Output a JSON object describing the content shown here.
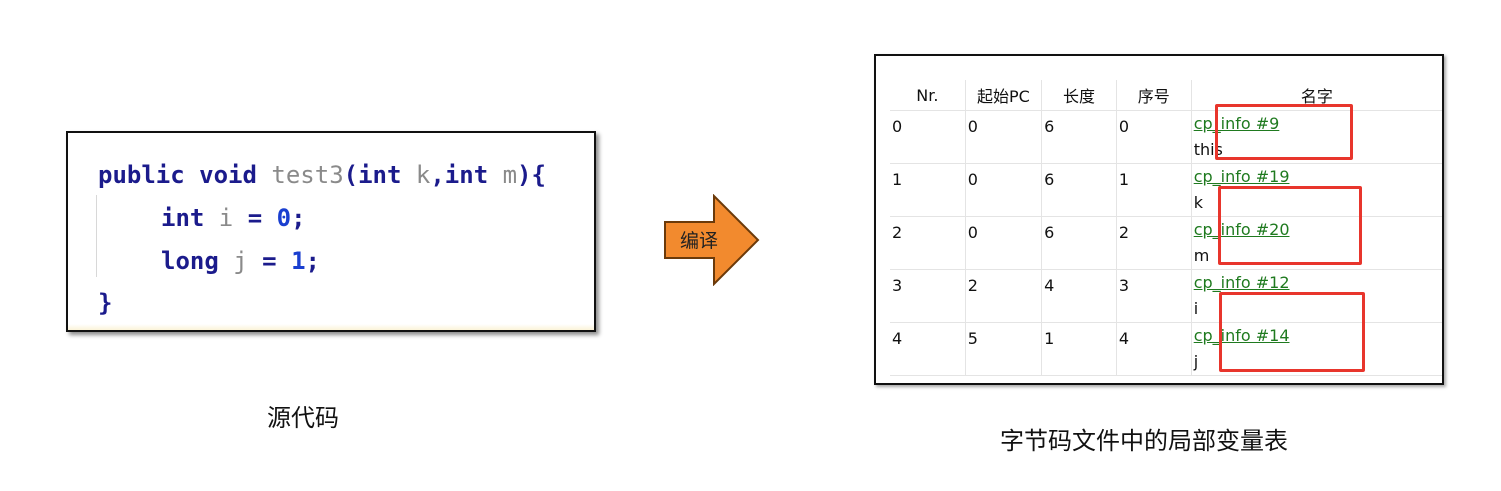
{
  "source_code": {
    "lines": [
      {
        "t1": "public void ",
        "t2": "test3",
        "t3": "(",
        "t4": "int ",
        "t5": "k",
        "t6": ",",
        "t7": "int ",
        "t8": "m",
        "t9": "){"
      },
      {
        "t1": "int ",
        "t2": "i",
        "t3": " = ",
        "t4": "0",
        "t5": ";"
      },
      {
        "t1": "long ",
        "t2": "j",
        "t3": " = ",
        "t4": "1",
        "t5": ";"
      },
      {
        "t1": "}"
      }
    ],
    "caption": "源代码"
  },
  "arrow": {
    "label": "编译",
    "color": "#f28a2e"
  },
  "local_variable_table": {
    "caption": "字节码文件中的局部变量表",
    "headers": [
      "Nr.",
      "起始PC",
      "长度",
      "序号",
      "名字"
    ],
    "rows": [
      {
        "nr": "0",
        "start_pc": "0",
        "length": "6",
        "index": "0",
        "ref": "cp_info #9",
        "name": "this"
      },
      {
        "nr": "1",
        "start_pc": "0",
        "length": "6",
        "index": "1",
        "ref": "cp_info #19",
        "name": "k"
      },
      {
        "nr": "2",
        "start_pc": "0",
        "length": "6",
        "index": "2",
        "ref": "cp_info #20",
        "name": "m"
      },
      {
        "nr": "3",
        "start_pc": "2",
        "length": "4",
        "index": "3",
        "ref": "cp_info #12",
        "name": "i"
      },
      {
        "nr": "4",
        "start_pc": "5",
        "length": "1",
        "index": "4",
        "ref": "cp_info #14",
        "name": "j"
      }
    ]
  },
  "colors": {
    "highlight": "#e8352c",
    "link": "#1f7a1f",
    "keyword": "#1b1b8c",
    "number": "#1a3fd0"
  }
}
